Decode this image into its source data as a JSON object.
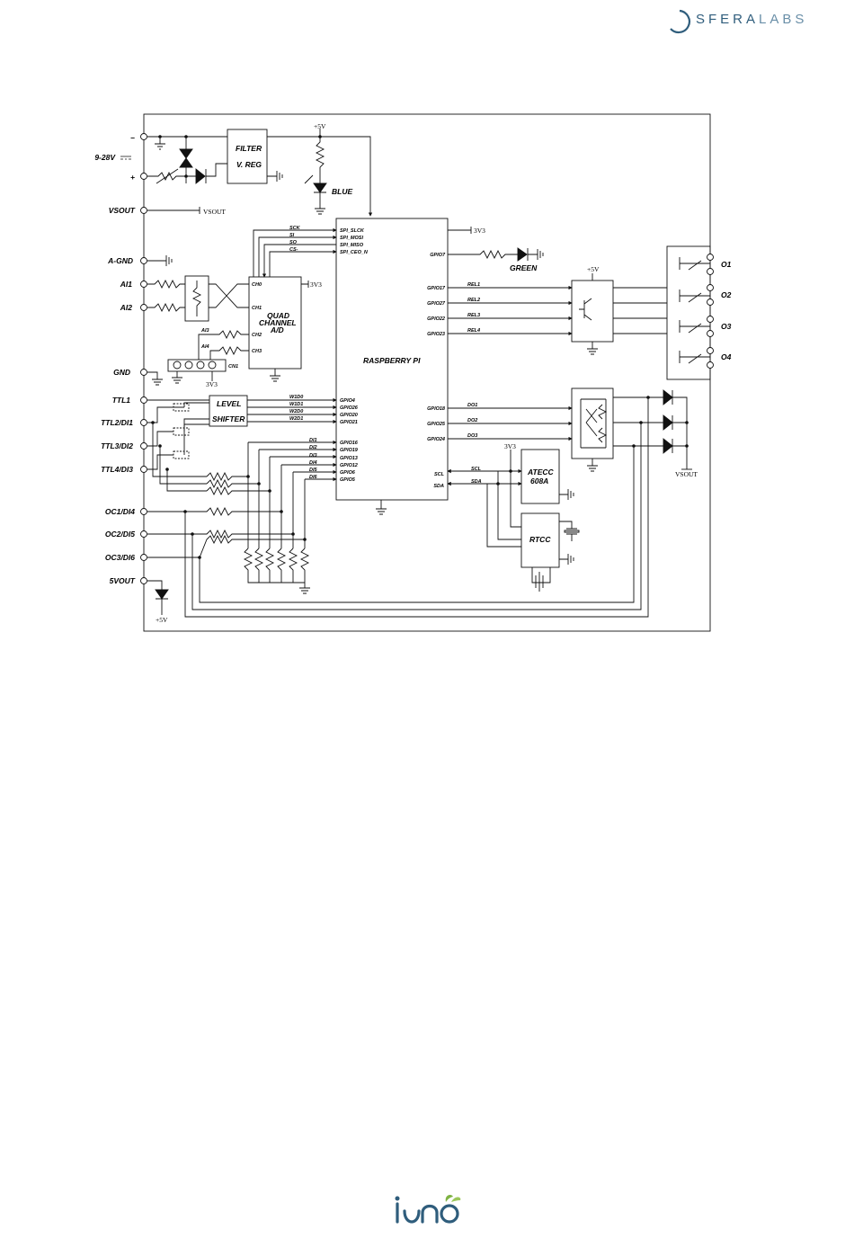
{
  "header": {
    "brand_a": "SFERA",
    "brand_b": "LABS"
  },
  "diagram": {
    "left_pins": {
      "minus": "–",
      "voltage": "9-28V",
      "plus": "+",
      "vsout": "VSOUT",
      "agnd": "A-GND",
      "ai1": "AI1",
      "ai2": "AI2",
      "gnd": "GND",
      "ttl1": "TTL1",
      "ttl2": "TTL2/DI1",
      "ttl3": "TTL3/DI2",
      "ttl4": "TTL4/DI3",
      "oc1": "OC1/DI4",
      "oc2": "OC2/DI5",
      "oc3": "OC3/DI6",
      "out5v": "5VOUT"
    },
    "power": {
      "plus5v": "+5V",
      "plus5v_bottom": "+5V",
      "vsout_tag": "VSOUT",
      "filter": "FILTER",
      "vreg": "V. REG",
      "blue": "BLUE",
      "green": "GREEN"
    },
    "adc": {
      "title1": "QUAD",
      "title2": "CHANNEL",
      "title3": "A/D",
      "ch0": "CH0",
      "ch1": "CH1",
      "ch2": "CH2",
      "ch3": "CH3",
      "v3v3": "3V3",
      "sck": "SCK",
      "si": "SI",
      "so": "SO",
      "cs": "CS-",
      "ai3": "AI3",
      "ai4": "AI4",
      "cn1": "CN1",
      "cn_3v3": "3V3"
    },
    "level": {
      "line1": "LEVEL",
      "line2": "SHIFTER",
      "w1d0": "W1D0",
      "w1d1": "W1D1",
      "w2d0": "W2D0",
      "w2d1": "W2D1"
    },
    "rpi": {
      "title": "RASPBERRY PI",
      "spi_slck": "SPI_SLCK",
      "spi_mosi": "SPI_MOSI",
      "spi_miso": "SPI_MISO",
      "spi_ceo": "SPI_CEO_N",
      "gpio4": "GPIO4",
      "gpio26": "GPIO26",
      "gpio20": "GPIO20",
      "gpio21": "GPIO21",
      "gpio16": "GPIO16",
      "gpio19": "GPIO19",
      "gpio13": "GPIO13",
      "gpio12": "GPIO12",
      "gpio6": "GPIO6",
      "gpio5": "GPIO5",
      "gpio7": "GPIO7",
      "gpio17": "GPIO17",
      "gpio27": "GPIO27",
      "gpio22": "GPIO22",
      "gpio23": "GPIO23",
      "gpio18": "GPIO18",
      "gpio25": "GPIO25",
      "gpio24": "GPIO24",
      "scl": "SCL",
      "sda": "SDA",
      "v3v3": "3V3"
    },
    "di": [
      "DI1",
      "DI2",
      "DI3",
      "DI4",
      "DI5",
      "DI6"
    ],
    "relays": {
      "rel1": "REL1",
      "rel2": "REL2",
      "rel3": "REL3",
      "rel4": "REL4",
      "o1": "O1",
      "o2": "O2",
      "o3": "O3",
      "o4": "O4",
      "plus5v": "+5V"
    },
    "outputs": {
      "do1": "DO1",
      "do2": "DO2",
      "do3": "DO3",
      "vsout": "VSOUT"
    },
    "i2c": {
      "scl": "SCL",
      "sda": "SDA",
      "v3v3": "3V3",
      "atecc1": "ATECC",
      "atecc2": "608A",
      "rtcc": "RTCC"
    }
  },
  "footer": {
    "logo_icon": "iono-logo-icon"
  }
}
